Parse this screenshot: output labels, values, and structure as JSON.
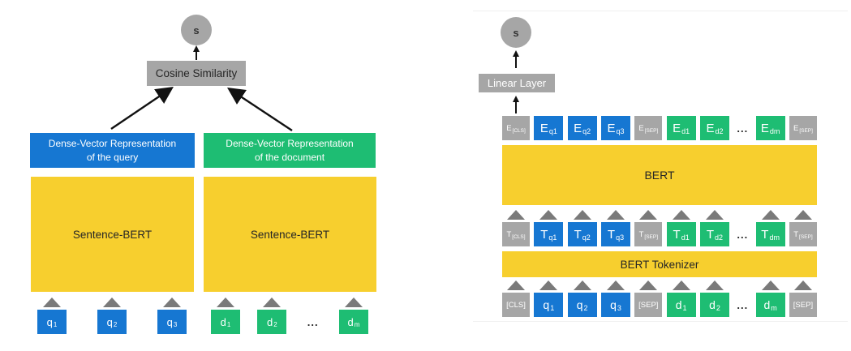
{
  "colors": {
    "blue": "#1677d2",
    "green": "#1ebd73",
    "yellow": "#f7cf2e",
    "gray": "#a6a6a6",
    "tri": "#7a7a7a",
    "ink": "#111111"
  },
  "left_diagram": {
    "score_label": "s",
    "similarity_label": "Cosine Similarity",
    "query_banner": {
      "line1": "Dense-Vector Representation",
      "line2": "of the query"
    },
    "document_banner": {
      "line1": "Dense-Vector Representation",
      "line2": "of the document"
    },
    "query_encoder_label": "Sentence-BERT",
    "document_encoder_label": "Sentence-BERT",
    "query_tokens": [
      {
        "t": "q",
        "s": "1",
        "c": "blue"
      },
      {
        "t": "q",
        "s": "2",
        "c": "blue"
      },
      {
        "t": "q",
        "s": "3",
        "c": "blue"
      }
    ],
    "document_tokens": [
      {
        "t": "d",
        "s": "1",
        "c": "green"
      },
      {
        "t": "d",
        "s": "2",
        "c": "green"
      },
      {
        "dots": true,
        "label": "..."
      },
      {
        "t": "d",
        "s": "m",
        "c": "green"
      }
    ]
  },
  "right_diagram": {
    "score_label": "s",
    "linear_label": "Linear Layer",
    "bert_label": "BERT",
    "tokenizer_label": "BERT Tokenizer",
    "embedding_row": [
      {
        "t": "E",
        "s": "[CLS]",
        "c": "gray",
        "small": true
      },
      {
        "t": "E",
        "s": "q1",
        "c": "blue"
      },
      {
        "t": "E",
        "s": "q2",
        "c": "blue"
      },
      {
        "t": "E",
        "s": "q3",
        "c": "blue"
      },
      {
        "t": "E",
        "s": "[SEP]",
        "c": "gray",
        "small": true
      },
      {
        "t": "E",
        "s": "d1",
        "c": "green"
      },
      {
        "t": "E",
        "s": "d2",
        "c": "green"
      },
      {
        "dots": true,
        "label": "..."
      },
      {
        "t": "E",
        "s": "dm",
        "c": "green"
      },
      {
        "t": "E",
        "s": "[SEP]",
        "c": "gray",
        "small": true
      }
    ],
    "token_row": [
      {
        "t": "T",
        "s": "[CLS]",
        "c": "gray",
        "small": true
      },
      {
        "t": "T",
        "s": "q1",
        "c": "blue"
      },
      {
        "t": "T",
        "s": "q2",
        "c": "blue"
      },
      {
        "t": "T",
        "s": "q3",
        "c": "blue"
      },
      {
        "t": "T",
        "s": "[SEP]",
        "c": "gray",
        "small": true
      },
      {
        "t": "T",
        "s": "d1",
        "c": "green"
      },
      {
        "t": "T",
        "s": "d2",
        "c": "green"
      },
      {
        "dots": true,
        "label": "..."
      },
      {
        "t": "T",
        "s": "dm",
        "c": "green"
      },
      {
        "t": "T",
        "s": "[SEP]",
        "c": "gray",
        "small": true
      }
    ],
    "input_row": [
      {
        "t": "[CLS]",
        "s": "",
        "c": "gray",
        "plain": true
      },
      {
        "t": "q",
        "s": "1",
        "c": "blue"
      },
      {
        "t": "q",
        "s": "2",
        "c": "blue"
      },
      {
        "t": "q",
        "s": "3",
        "c": "blue"
      },
      {
        "t": "[SEP]",
        "s": "",
        "c": "gray",
        "plain": true
      },
      {
        "t": "d",
        "s": "1",
        "c": "green"
      },
      {
        "t": "d",
        "s": "2",
        "c": "green"
      },
      {
        "dots": true,
        "label": "..."
      },
      {
        "t": "d",
        "s": "m",
        "c": "green"
      },
      {
        "t": "[SEP]",
        "s": "",
        "c": "gray",
        "plain": true
      }
    ]
  }
}
